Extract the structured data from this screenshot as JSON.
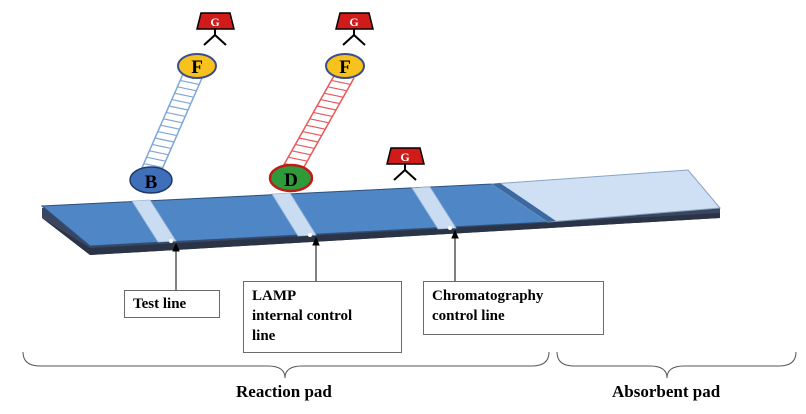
{
  "colors": {
    "strip_top": "#4f86c6",
    "strip_side": "#3a4660",
    "absorbent_pad": "#cfe0f5",
    "antibody_red": "#d11a1a",
    "label_f_fill": "#f7c21e",
    "label_b_fill": "#3f6fb8",
    "label_d_fill": "#2f9a3a",
    "linker_blue": "#7fa6d8",
    "linker_red": "#e85a5a"
  },
  "particles": {
    "g_label": "G",
    "f_label": "F",
    "b_label": "B",
    "d_label": "D"
  },
  "callouts": {
    "test_line": "Test line",
    "lamp_line_1": "LAMP",
    "lamp_line_2": "internal control",
    "lamp_line_3": "line",
    "chrom_line_1": "Chromatography",
    "chrom_line_2": "control line"
  },
  "sections": {
    "reaction_pad": "Reaction pad",
    "absorbent_pad": "Absorbent pad"
  }
}
